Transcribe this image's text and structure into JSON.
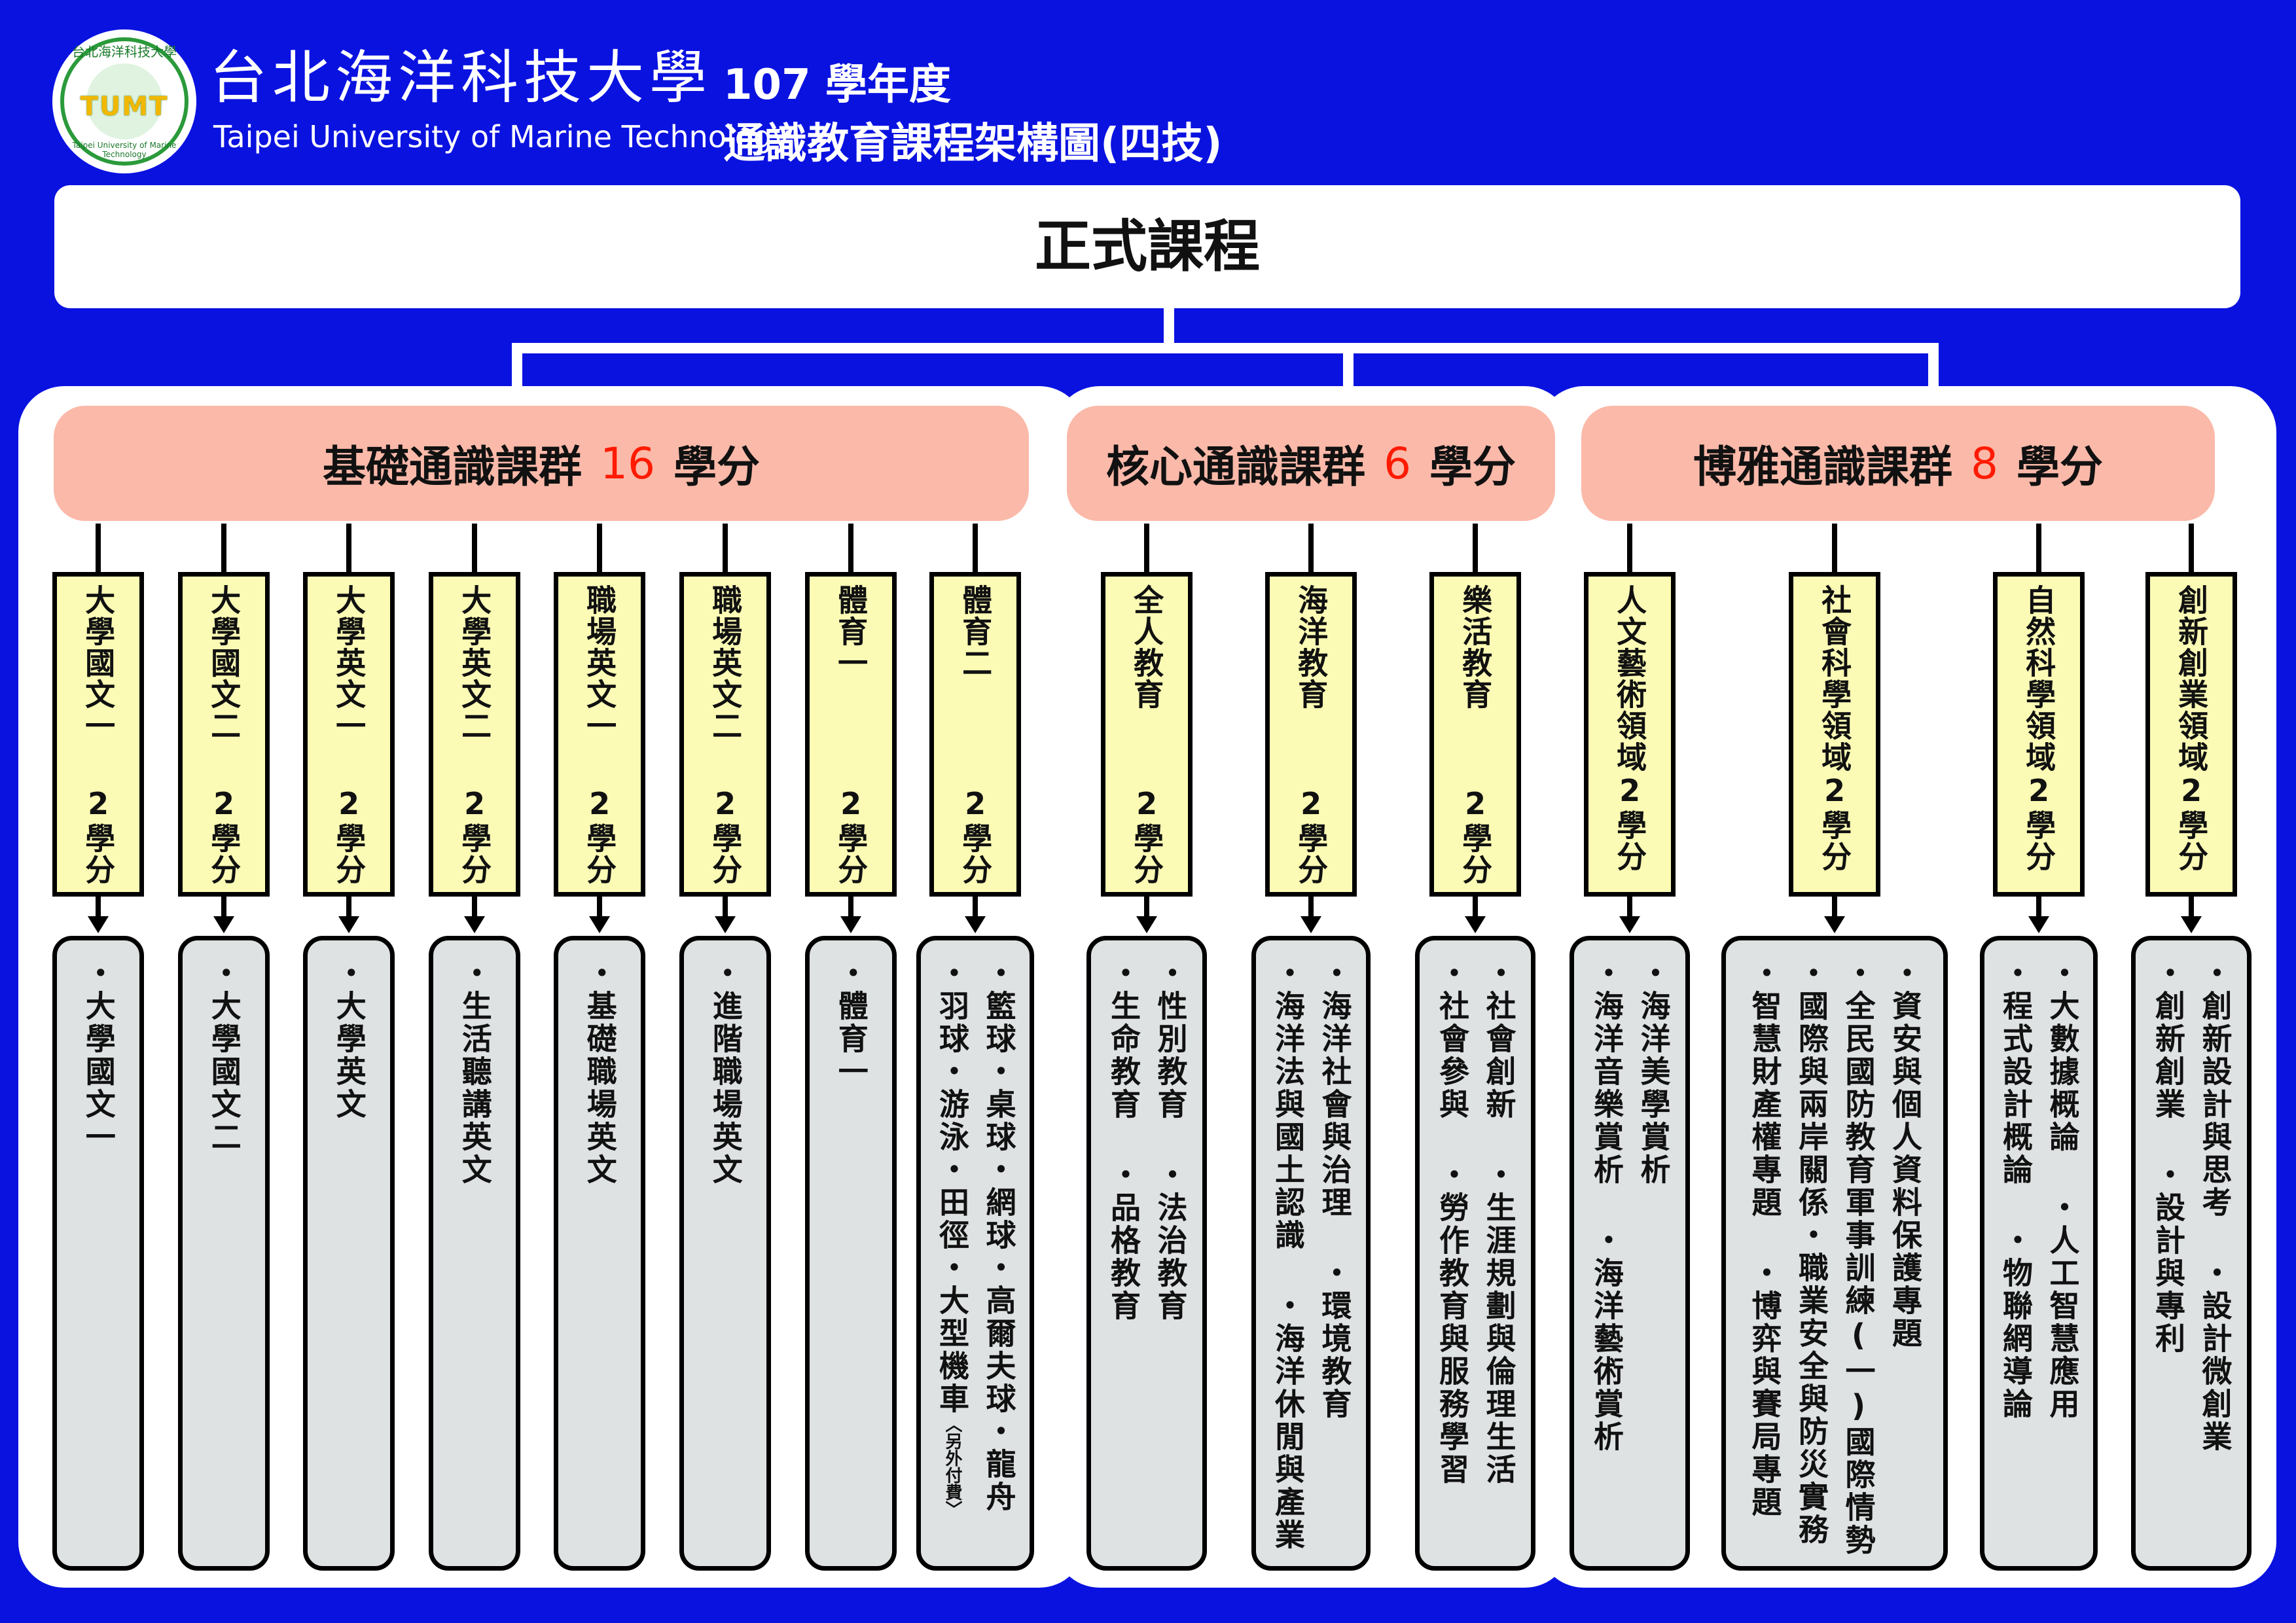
{
  "header": {
    "logo_text": "TUMT",
    "logo_ring_text": "台北海洋科技大學",
    "logo_ring_text_en": "Taipei University of Marine Technology",
    "univ_name_cn": "台北海洋科技大學",
    "univ_name_en": "Taipei University of Marine Technology",
    "title_line1": "107 學年度",
    "title_line2": "通識教育課程架構圖(四技)"
  },
  "top_box": "正式課程",
  "groups": [
    {
      "name": "基礎通識課群",
      "credits": "16",
      "unit": "學分"
    },
    {
      "name": "核心通識課群",
      "credits": "6",
      "unit": "學分"
    },
    {
      "name": "博雅通識課群",
      "credits": "8",
      "unit": "學分"
    }
  ],
  "categories": [
    {
      "label": "大學國文一",
      "credit": "2學分",
      "courses": [
        "・大學國文一"
      ]
    },
    {
      "label": "大學國文二",
      "credit": "2學分",
      "courses": [
        "・大學國文二"
      ]
    },
    {
      "label": "大學英文一",
      "credit": "2學分",
      "courses": [
        "・大學英文"
      ]
    },
    {
      "label": "大學英文二",
      "credit": "2學分",
      "courses": [
        "・生活聽講英文"
      ]
    },
    {
      "label": "職場英文一",
      "credit": "2學分",
      "courses": [
        "・基礎職場英文"
      ]
    },
    {
      "label": "職場英文二",
      "credit": "2學分",
      "courses": [
        "・進階職場英文"
      ]
    },
    {
      "label": "體育一",
      "credit": "2學分",
      "courses": [
        "・體育一"
      ]
    },
    {
      "label": "體育二",
      "credit": "2學分",
      "courses": [
        "・籃球・桌球・網球・高爾夫球・龍舟",
        "・羽球・游泳・田徑・大型機車"
      ],
      "note": "〈另外付費〉"
    },
    {
      "label": "全人教育",
      "credit": "2學分",
      "courses": [
        "・性別教育    ・法治教育",
        "・生命教育    ・品格教育"
      ]
    },
    {
      "label": "海洋教育",
      "credit": "2學分",
      "courses": [
        "・海洋社會與治理  ・環境教育",
        "・海洋法與國土認識  ・海洋休閒與產業"
      ]
    },
    {
      "label": "樂活教育",
      "credit": "2學分",
      "courses": [
        "・社會創新  ・生涯規劃與倫理生活",
        "・社會參與  ・勞作教育與服務學習"
      ]
    },
    {
      "label": "人文藝術領域2學分",
      "credit": "",
      "courses": [
        "・海洋美學賞析",
        "・海洋音樂賞析  ・海洋藝術賞析"
      ]
    },
    {
      "label": "社會科學領域2學分",
      "credit": "",
      "courses": [
        "・資安與個人資料保護專題",
        "・全民國防教育軍事訓練(一)國際情勢",
        "・國際與兩岸關係・職業安全與防災實務",
        "・智慧財產權專題  ・博弈與賽局專題"
      ]
    },
    {
      "label": "自然科學領域2學分",
      "credit": "",
      "courses": [
        "・大數據概論  ・人工智慧應用",
        "・程式設計概論  ・物聯網導論"
      ]
    },
    {
      "label": "創新創業領域2學分",
      "credit": "",
      "courses": [
        "・創新設計與思考  ・設計微創業",
        "・創新創業  ・設計與專利"
      ]
    }
  ],
  "colors": {
    "background": "#0a12e0",
    "group_header": "#fbb9a9",
    "category_box": "#fbfbb5",
    "course_box": "#dee2e3",
    "credit_red": "#ff1a00"
  }
}
